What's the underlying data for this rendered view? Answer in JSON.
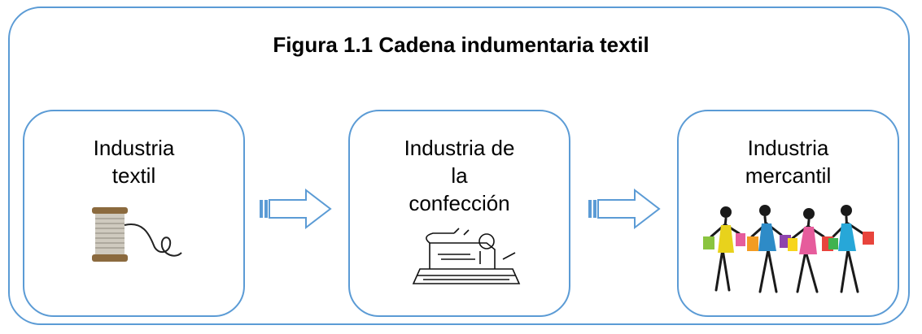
{
  "title": "Figura 1.1 Cadena indumentaria textil",
  "stages": [
    {
      "line1": "Industria",
      "line2": "textil",
      "line3": "",
      "icon": "thread-spool-icon"
    },
    {
      "line1": "Industria de",
      "line2": "la",
      "line3": "confección",
      "icon": "sewing-machine-icon"
    },
    {
      "line1": "Industria",
      "line2": "mercantil",
      "line3": "",
      "icon": "shopping-women-icon"
    }
  ],
  "colors": {
    "border": "#5b9bd5",
    "arrow_fill": "#ffffff"
  }
}
